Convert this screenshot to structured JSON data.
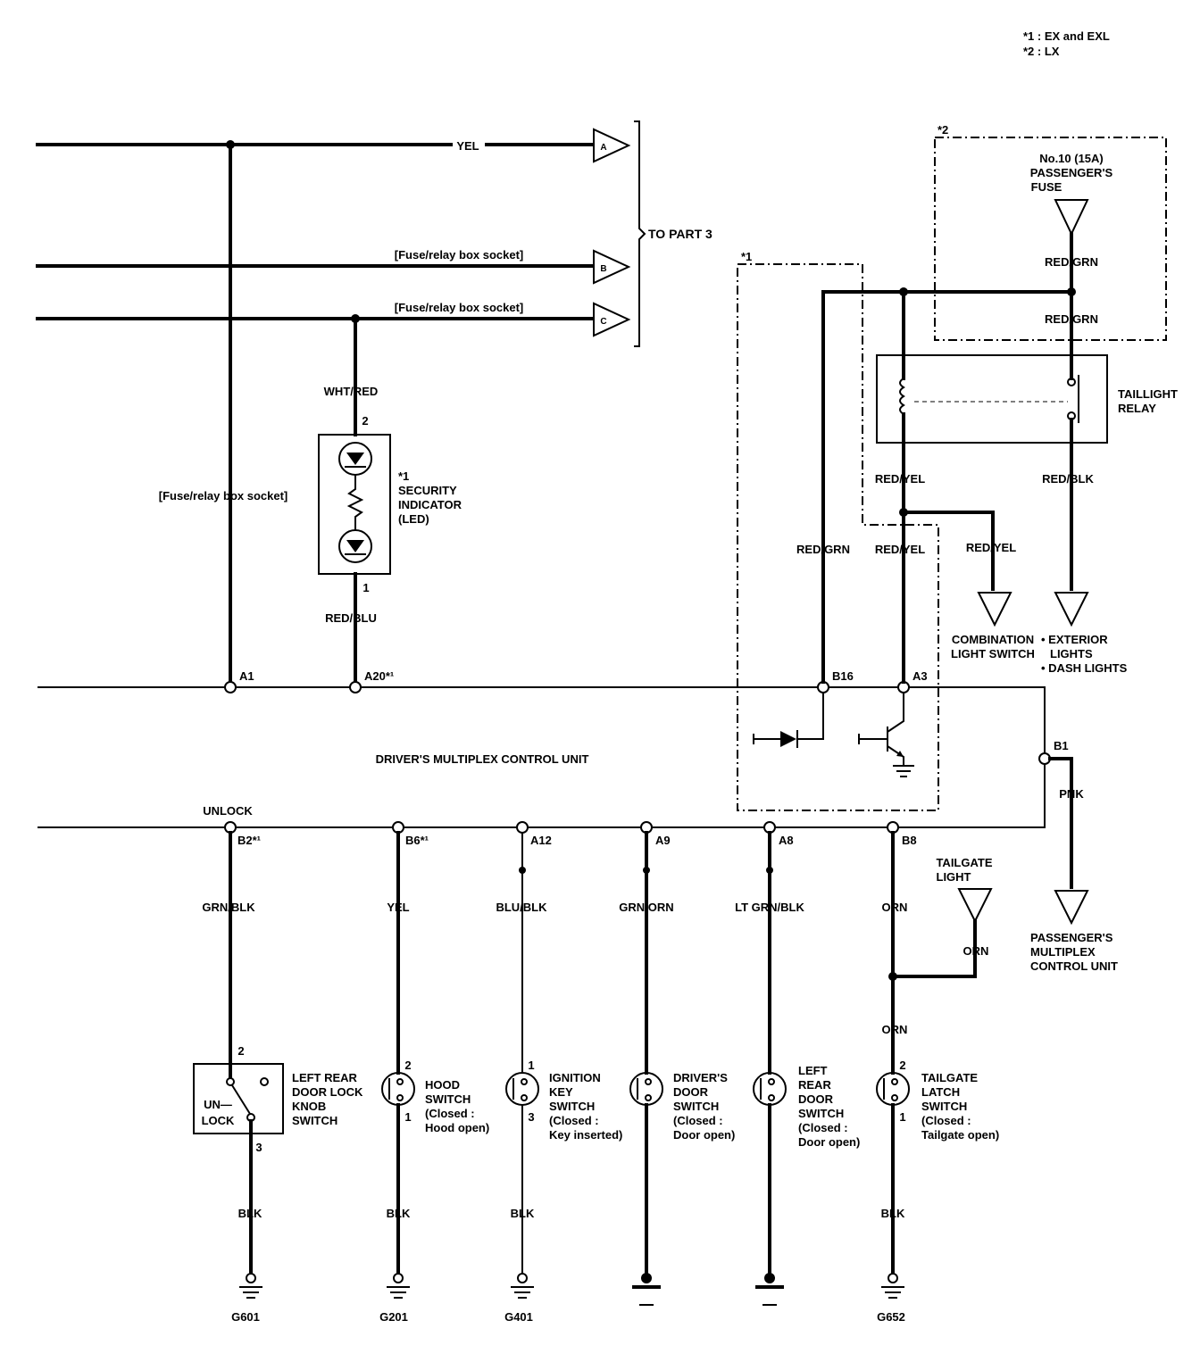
{
  "notes": [
    "*1 : EX and EXL",
    "*2 : LX"
  ],
  "to_part": "TO PART 3",
  "connectors": {
    "a": "A",
    "b": "B",
    "c": "C"
  },
  "top_wires": {
    "yel": "YEL",
    "fuse_socket_b": "[Fuse/relay box socket]",
    "fuse_socket_c": "[Fuse/relay box socket]"
  },
  "left_wire_label": "[Fuse/relay box socket]",
  "security": {
    "wire_top": "WHT/RED",
    "pin_top": "2",
    "note": "*1",
    "name": [
      "SECURITY",
      "INDICATOR",
      "(LED)"
    ],
    "pin_bottom": "1",
    "wire_bottom": "RED/BLU"
  },
  "fuse_box": {
    "note": "*2",
    "fuse": [
      "No.10 (15A)",
      "PASSENGER'S",
      "FUSE"
    ],
    "wire1": "RED/GRN",
    "wire2": "RED/GRN"
  },
  "relay": {
    "name": [
      "TAILLIGHT",
      "RELAY"
    ],
    "wire_left": "RED/YEL",
    "wire_right": "RED/BLK"
  },
  "star1_box": "*1",
  "mid_wires": {
    "red_grn": "RED/GRN",
    "red_yel": "RED/YEL",
    "red_yel_branch": "RED/YEL",
    "combination": [
      "COMBINATION",
      "LIGHT SWITCH"
    ],
    "exterior": [
      "• EXTERIOR",
      "LIGHTS",
      "• DASH LIGHTS"
    ]
  },
  "unit_pins": {
    "a1": "A1",
    "a20": "A20*¹",
    "b16": "B16",
    "a3": "A3",
    "b1": "B1",
    "unlock": "UNLOCK",
    "b2": "B2*¹",
    "b6": "B6*¹",
    "a12": "A12",
    "a9": "A9",
    "a8": "A8",
    "b8": "B8"
  },
  "unit_name": "DRIVER'S MULTIPLEX CONTROL UNIT",
  "pnk": {
    "wire": "PNK",
    "dest": [
      "PASSENGER'S",
      "MULTIPLEX",
      "CONTROL UNIT"
    ]
  },
  "tailgate_light": {
    "name": [
      "TAILGATE",
      "LIGHT"
    ],
    "wire": "ORN"
  },
  "switches": [
    {
      "wire": "GRN/BLK",
      "pin_top": "2",
      "pin_bottom": "3",
      "name": [
        "LEFT REAR",
        "DOOR LOCK",
        "KNOB",
        "SWITCH"
      ],
      "state": [
        "UN—",
        "LOCK"
      ],
      "ground_wire": "BLK",
      "ground": "G601"
    },
    {
      "wire": "YEL",
      "pin_top": "2",
      "pin_bottom": "1",
      "name": [
        "HOOD",
        "SWITCH"
      ],
      "state": [
        "(Closed :",
        "Hood open)"
      ],
      "ground_wire": "BLK",
      "ground": "G201"
    },
    {
      "wire": "BLU/BLK",
      "pin_top": "1",
      "pin_bottom": "3",
      "name": [
        "IGNITION",
        "KEY",
        "SWITCH"
      ],
      "state": [
        "(Closed :",
        "Key inserted)"
      ],
      "ground_wire": "BLK",
      "ground": "G401"
    },
    {
      "wire": "GRN/ORN",
      "pin_top": "",
      "pin_bottom": "",
      "name": [
        "DRIVER'S",
        "DOOR",
        "SWITCH"
      ],
      "state": [
        "(Closed :",
        "Door open)"
      ],
      "ground_wire": "",
      "ground": ""
    },
    {
      "wire": "LT GRN/BLK",
      "pin_top": "",
      "pin_bottom": "",
      "name": [
        "LEFT",
        "REAR",
        "DOOR",
        "SWITCH"
      ],
      "state": [
        "(Closed :",
        "Door open)"
      ],
      "ground_wire": "",
      "ground": ""
    },
    {
      "wire": "ORN",
      "wire2": "ORN",
      "pin_top": "2",
      "pin_bottom": "1",
      "name": [
        "TAILGATE",
        "LATCH",
        "SWITCH"
      ],
      "state": [
        "(Closed :",
        "Tailgate open)"
      ],
      "ground_wire": "BLK",
      "ground": "G652"
    }
  ]
}
